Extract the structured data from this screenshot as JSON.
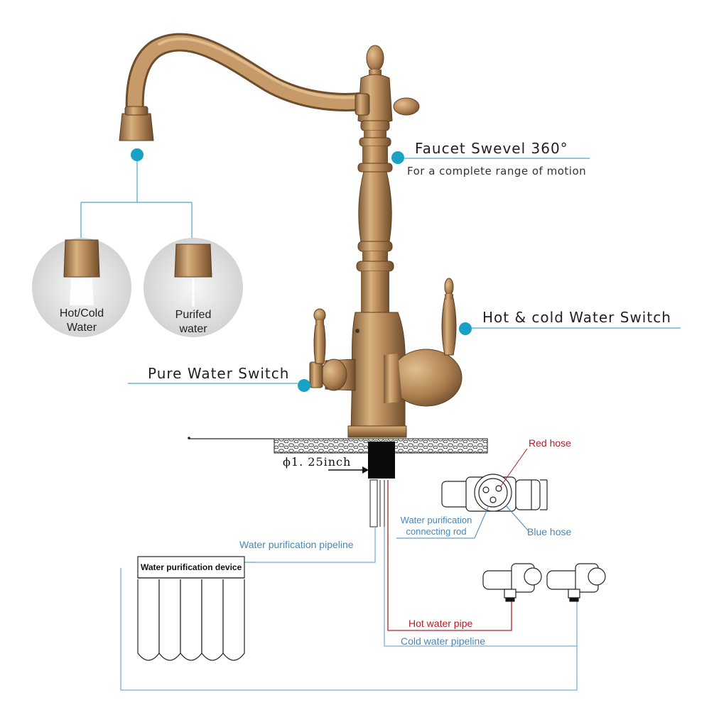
{
  "callouts": {
    "swivel": {
      "title": "Faucet Swevel 360°",
      "subtitle": "For a complete range of motion"
    },
    "hot_cold_switch": "Hot & cold Water Switch",
    "pure_switch": "Pure Water Switch"
  },
  "outlets": {
    "hot_cold": {
      "line1": "Hot/Cold",
      "line2": "Water"
    },
    "purified": {
      "line1": "Purifed",
      "line2": "water"
    }
  },
  "installation": {
    "diameter": "ϕ1. 25inch",
    "red_hose": "Red hose",
    "blue_hose": "Blue hose",
    "connecting_rod": {
      "line1": "Water purification",
      "line2": "connecting rod"
    },
    "purification_pipeline": "Water purification pipeline",
    "purification_device": "Water purification device",
    "hot_pipe": "Hot water pipe",
    "cold_pipe": "Cold water pipeline"
  },
  "colors": {
    "accent_teal": "#1aa2c4",
    "line_teal": "#4aa8c8",
    "hot_red": "#b0202a",
    "label_blue": "#4a86b8",
    "brass": "#b8895a"
  },
  "icons": [
    "teal-dot-icon",
    "valve-icon",
    "hose-connector-icon",
    "filter-cartridge-icon"
  ]
}
